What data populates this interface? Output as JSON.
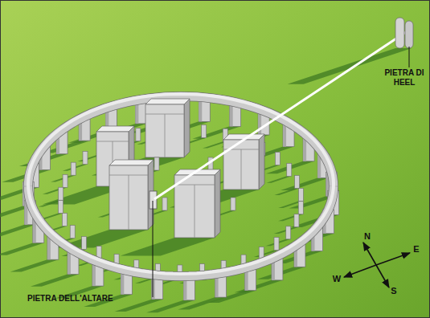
{
  "diagram": {
    "labels": [
      "PIETRA DI HEEL",
      "PIETRA DELL'ALTARE",
      "N",
      "E",
      "W",
      "S"
    ]
  }
}
